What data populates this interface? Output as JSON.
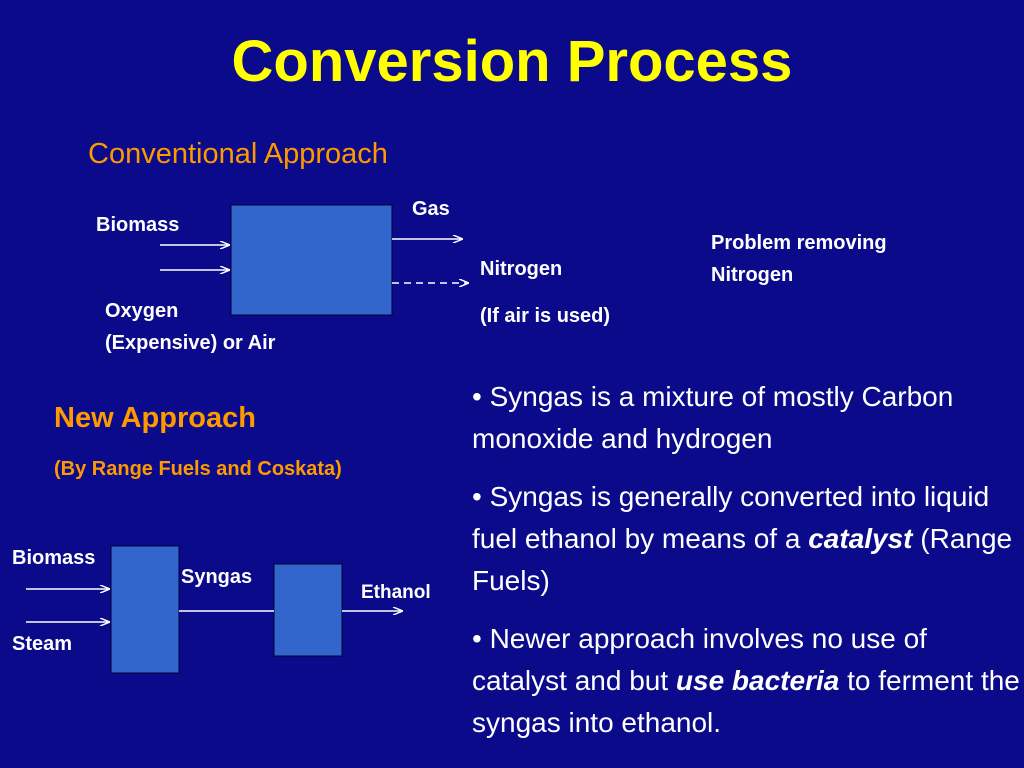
{
  "title": "Conversion Process",
  "conventional": {
    "heading": "Conventional Approach",
    "input_biomass": "Biomass",
    "input_oxygen_line1": "Oxygen",
    "input_oxygen_line2": "(Expensive) or Air",
    "output_gas": "Gas",
    "output_nitrogen": "Nitrogen",
    "output_nitrogen_note": "(If air is used)",
    "problem_line1": "Problem removing",
    "problem_line2": "Nitrogen"
  },
  "new_approach": {
    "heading": "New Approach",
    "subheading": "(By Range Fuels and Coskata)",
    "input_biomass": "Biomass",
    "input_steam": "Steam",
    "intermediate": "Syngas",
    "output": "Ethanol"
  },
  "bullets": [
    {
      "prefix": "• Syngas is a mixture of mostly Carbon monoxide and hydrogen",
      "emph": "",
      "suffix": ""
    },
    {
      "prefix": "• Syngas is generally converted into liquid fuel ethanol by means of a ",
      "emph": "catalyst",
      "suffix": " (Range Fuels)"
    },
    {
      "prefix": "• Newer approach involves no use of catalyst and but ",
      "emph": "use bacteria",
      "suffix": " to ferment the syngas into ethanol."
    }
  ],
  "colors": {
    "background": "#0a0a8a",
    "title": "#ffff00",
    "heading": "#ff9900",
    "box_fill": "#3366cc",
    "text": "#ffffff"
  }
}
